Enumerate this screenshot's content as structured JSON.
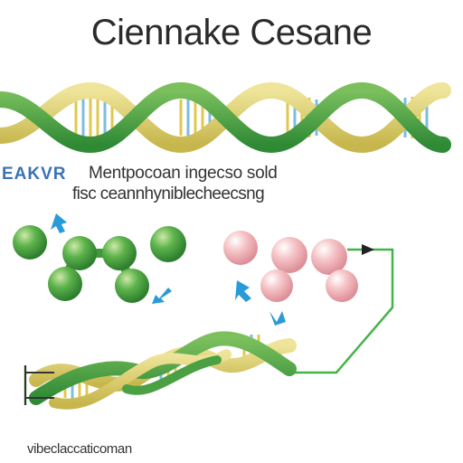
{
  "title": "Ciennake Cesane",
  "label_left": "EAKVR",
  "caption": {
    "line1": "Mentpocoan ingecso sold",
    "line2": "fisc ceannhyniblecheecsng"
  },
  "footer_label": "vibeclaccaticoman",
  "colors": {
    "helix_green": "#3f9a3a",
    "helix_yellow": "#e2d36a",
    "molecule_green": "#49a23f",
    "molecule_pink": "#f1b1b6",
    "arrow_blue": "#2a9bd8",
    "wire_green": "#46b34a"
  }
}
